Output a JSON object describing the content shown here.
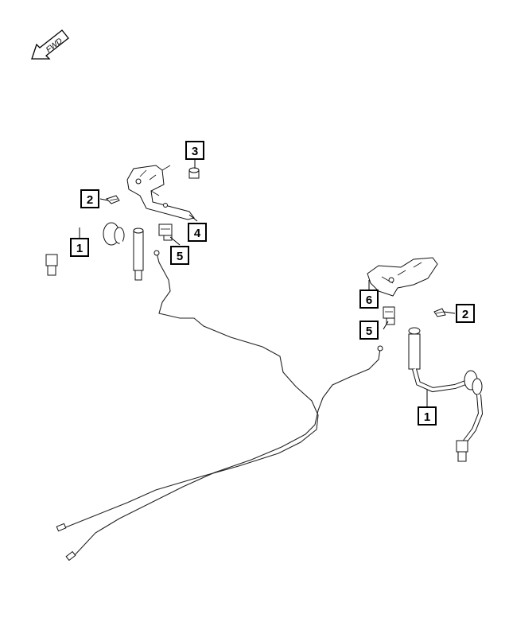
{
  "direction_indicator": {
    "label": "FWD"
  },
  "callouts": [
    {
      "id": "c3",
      "label": "3"
    },
    {
      "id": "c2a",
      "label": "2"
    },
    {
      "id": "c1a",
      "label": "1"
    },
    {
      "id": "c4",
      "label": "4"
    },
    {
      "id": "c5a",
      "label": "5"
    },
    {
      "id": "c6",
      "label": "6"
    },
    {
      "id": "c2b",
      "label": "2"
    },
    {
      "id": "c5b",
      "label": "5"
    },
    {
      "id": "c1b",
      "label": "1"
    }
  ]
}
